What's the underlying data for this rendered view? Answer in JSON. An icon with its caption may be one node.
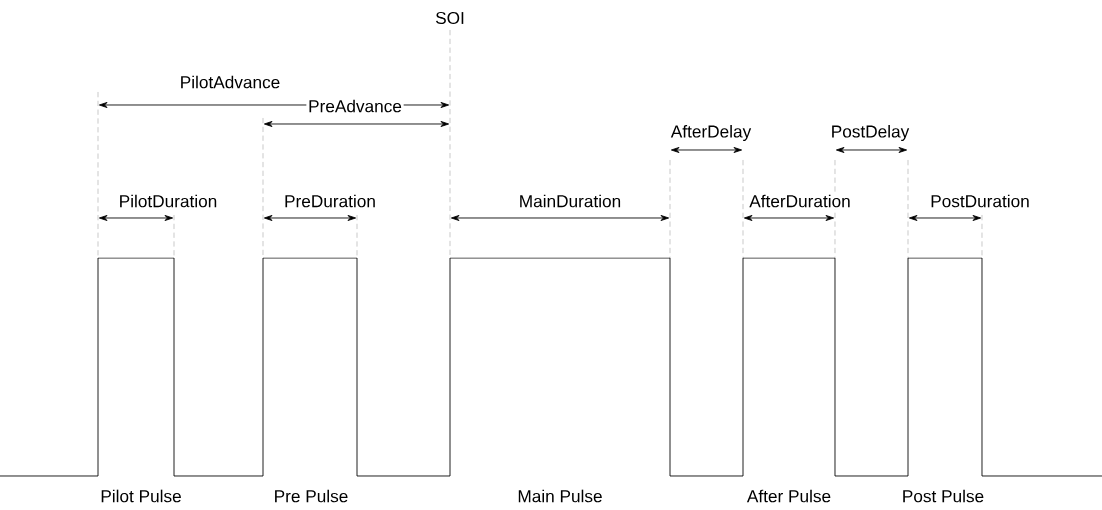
{
  "diagram": {
    "labels": [
      "SOI",
      "PilotAdvance",
      "PreAdvance",
      "AfterDelay",
      "PostDelay",
      "PilotDuration",
      "PreDuration",
      "MainDuration",
      "AfterDuration",
      "PostDuration",
      "Pilot Pulse",
      "Pre Pulse",
      "Main Pulse",
      "After Pulse",
      "Post Pulse"
    ]
  }
}
